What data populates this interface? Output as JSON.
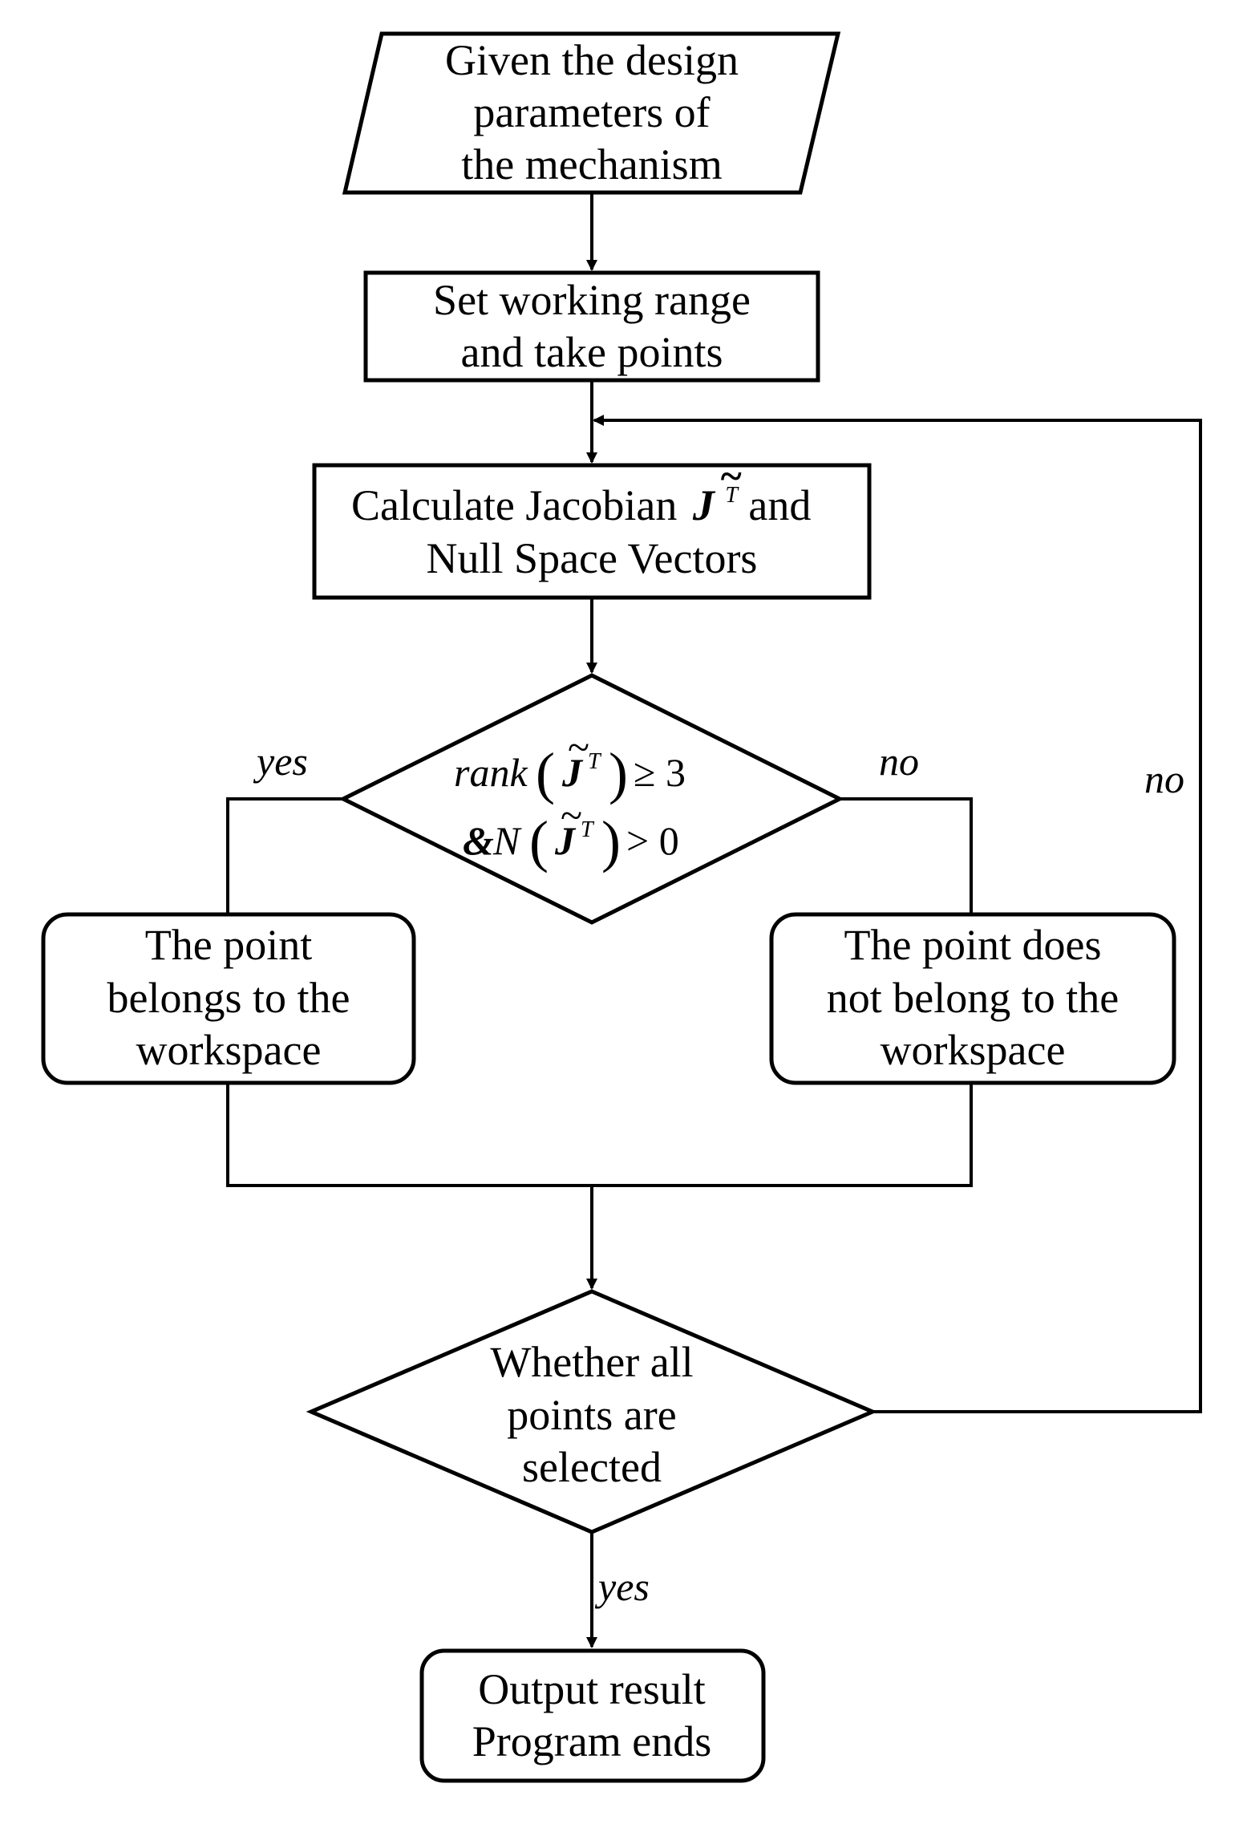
{
  "nodes": {
    "input": {
      "lines": [
        "Given the design",
        "parameters of",
        "the mechanism"
      ]
    },
    "set_range": {
      "lines": [
        "Set working range",
        "and take points"
      ]
    },
    "calculate": {
      "line1_prefix": "Calculate Jacobian",
      "line1_symbol": "J",
      "line1_tilde": "~",
      "line1_sup": "T",
      "line1_suffix": "and",
      "line2": "Null Space Vectors"
    },
    "decision_rank": {
      "rank_word": "rank",
      "rank_symbol": "J",
      "rank_sup": "T",
      "rank_relation": "≥ 3",
      "null_prefix": "&",
      "null_func": "N",
      "null_symbol": "J",
      "null_sup": "T",
      "null_relation": "> 0",
      "paren_open": "(",
      "paren_close": ")",
      "tilde": "~"
    },
    "belongs": {
      "lines": [
        "The point",
        "belongs to the",
        "workspace"
      ]
    },
    "not_belongs": {
      "lines": [
        "The point does",
        "not belong to the",
        "workspace"
      ]
    },
    "decision_all": {
      "lines": [
        "Whether all",
        "points are",
        "selected"
      ]
    },
    "output": {
      "lines": [
        "Output result",
        "Program ends"
      ]
    }
  },
  "edge_labels": {
    "rank_yes": "yes",
    "rank_no": "no",
    "loop_no": "no",
    "all_yes": "yes"
  },
  "colors": {
    "stroke": "#000000",
    "background": "#ffffff"
  }
}
